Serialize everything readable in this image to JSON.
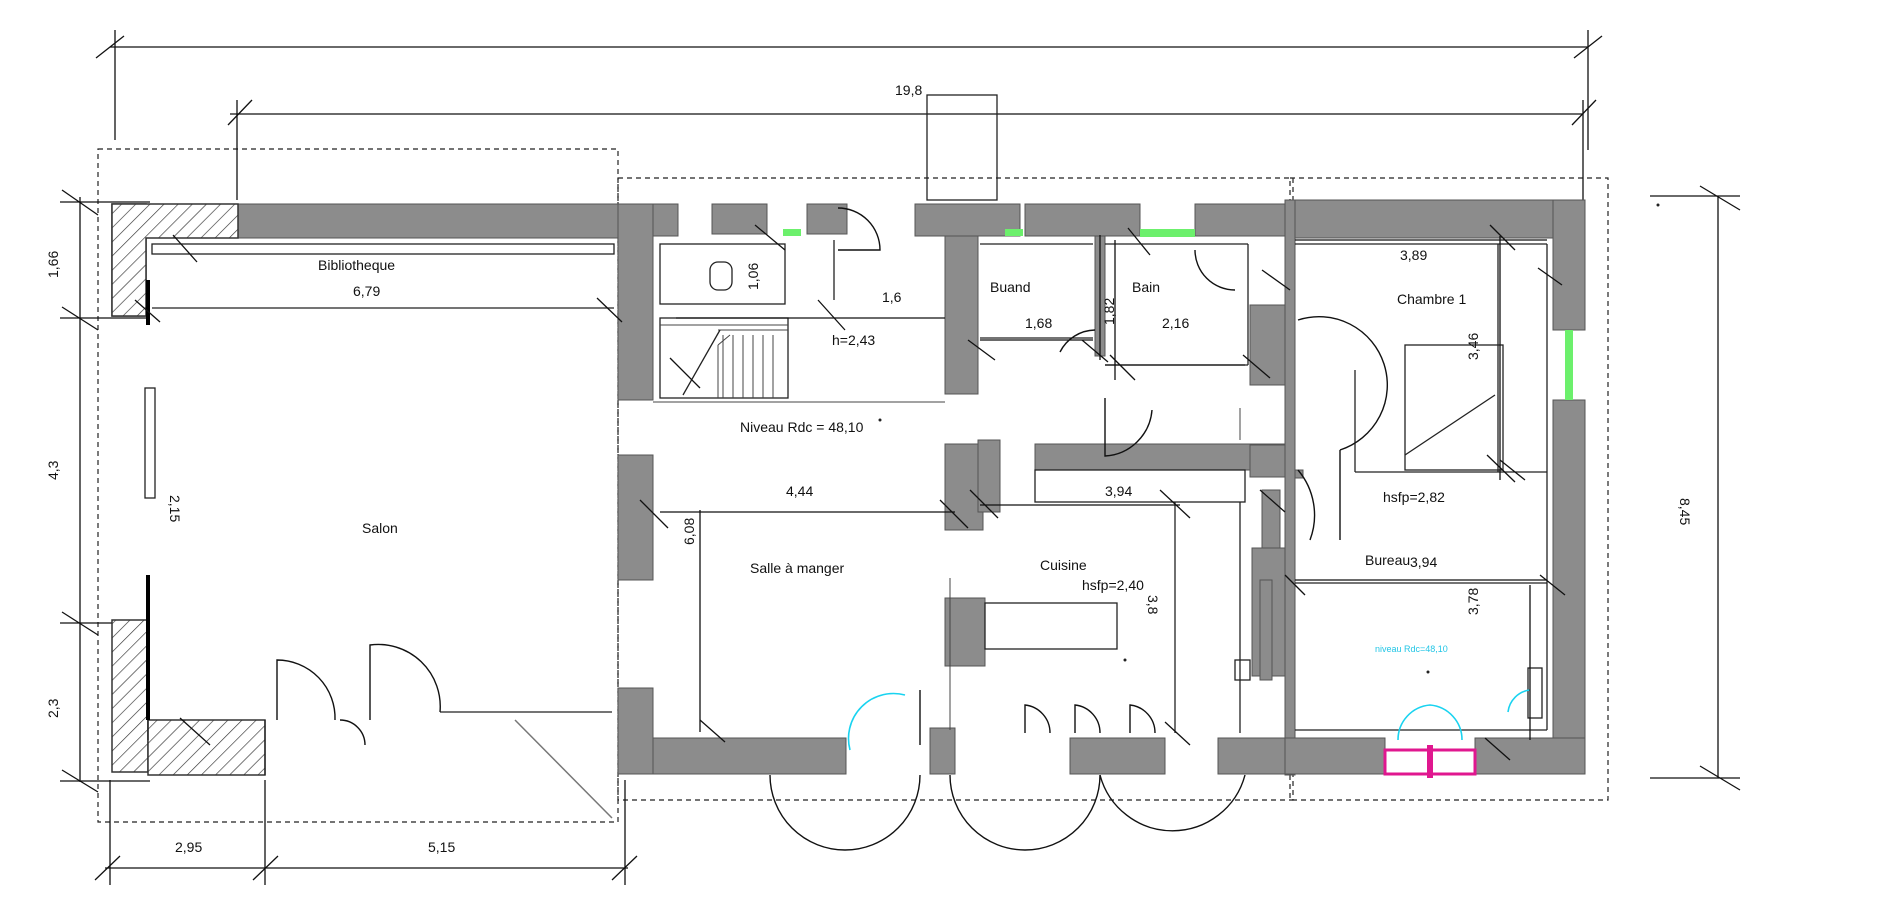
{
  "plan": {
    "level_label": "Niveau Rdc = 48,10",
    "overall_dims": {
      "top_total": "19,8"
    },
    "rooms": [
      {
        "id": "bibliotheque",
        "name": "Bibliotheque",
        "dim": "6,79"
      },
      {
        "id": "salon",
        "name": "Salon"
      },
      {
        "id": "salle",
        "name": "Salle à manger"
      },
      {
        "id": "cuisine",
        "name": "Cuisine",
        "height": "hsfp=2,40"
      },
      {
        "id": "buand",
        "name": "Buand"
      },
      {
        "id": "bain",
        "name": "Bain"
      },
      {
        "id": "chambre",
        "name": "Chambre 1",
        "dim": "3,89"
      },
      {
        "id": "bureau",
        "name": "Bureau",
        "dim": "3,94"
      }
    ],
    "dims": {
      "left_1": "1,66",
      "left_2": "4,3",
      "left_3": "2,3",
      "bottom_1": "2,95",
      "bottom_2": "5,15",
      "right_total": "8,45",
      "salon_inner": "2,15",
      "wc_width": "1,06",
      "wc_door": "1,6",
      "stair_height": "h=2,43",
      "buand_w": "1,68",
      "buand_v": "1,82",
      "bain_w": "2,16",
      "salle_w": "4,44",
      "salle_v": "6,08",
      "cuisine_w": "3,94",
      "cuisine_v": "3,8",
      "chambre_v": "3,46",
      "chambre_h": "hsfp=2,82",
      "bureau_v": "3,78"
    },
    "annotation_cyan": "niveau Rdc=48,10"
  }
}
